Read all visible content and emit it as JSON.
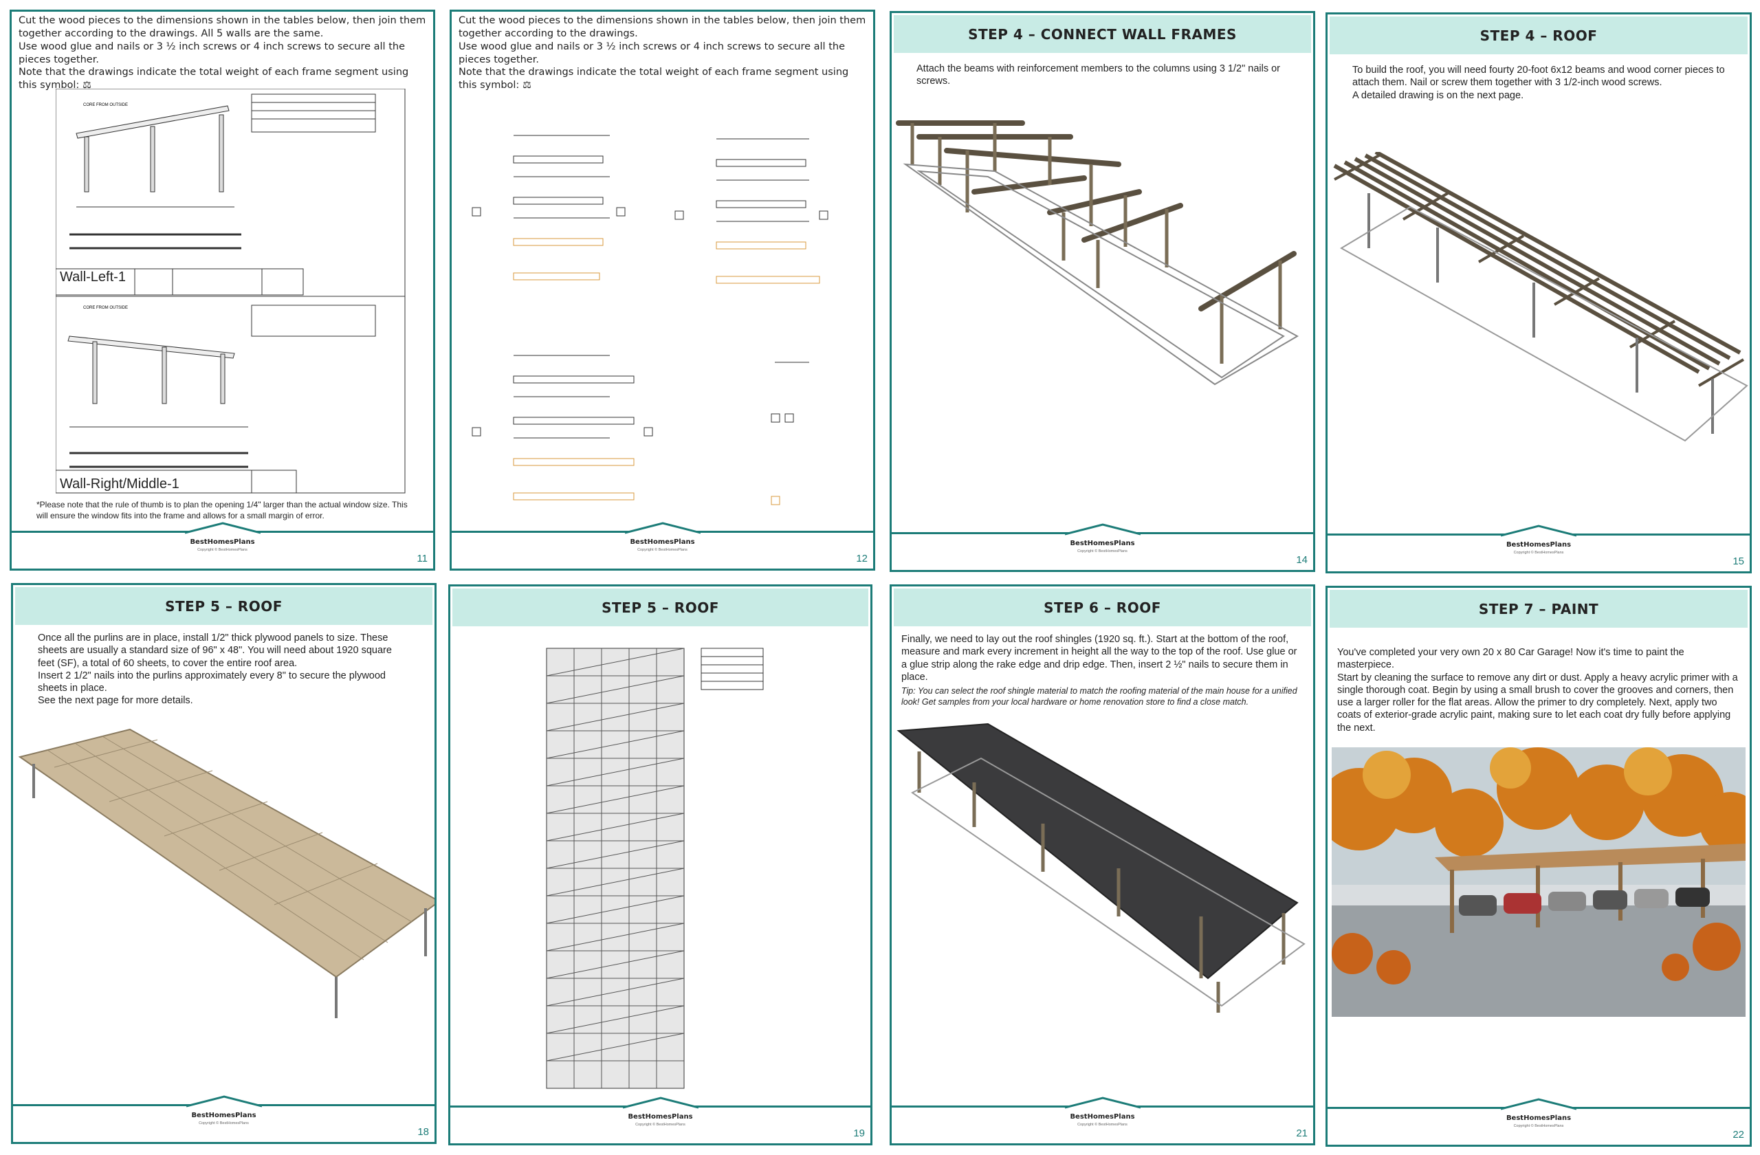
{
  "brand": "BestHomesPlans",
  "copyright": "Copyright © BestHomesPlans",
  "pages": {
    "p11": {
      "number": "11",
      "intro": [
        "Cut the wood pieces to the dimensions shown in the tables below, then join them together according to the drawings. All 5 walls are the same.",
        "Use wood glue and nails or 3 ½ inch screws or 4 inch screws to secure all the pieces together.",
        "Note that the drawings indicate the total weight of each frame segment using this symbol:"
      ],
      "label_top": "Wall-Left-1",
      "label_bottom": "Wall-Right/Middle-1",
      "view_top": "CORE FROM OUTSIDE",
      "view_bottom": "CORE FROM OUTSIDE",
      "note": "*Please note that the rule of thumb is to plan the opening 1/4\" larger than the actual window size. This will ensure the window fits into the frame and allows for a small margin of error."
    },
    "p12": {
      "number": "12",
      "intro": [
        "Cut the wood pieces to the dimensions shown in the tables below, then join them together according to the drawings.",
        "Use wood glue and nails or 3 ½ inch screws or 4 inch screws to secure all the pieces together.",
        "Note that the drawings indicate the total weight of each frame segment using this symbol:"
      ]
    },
    "p14": {
      "number": "14",
      "title": "STEP 4 – CONNECT WALL FRAMES",
      "text": [
        "Attach the beams with reinforcement members to the columns using 3 1/2\" nails or screws."
      ]
    },
    "p15": {
      "number": "15",
      "title": "STEP 4 – ROOF",
      "text": [
        "To build the roof, you will need fourty 20-foot 6x12 beams and wood corner pieces to attach them. Nail or screw them together with 3 1/2-inch wood screws.",
        "A detailed drawing is on the next page."
      ]
    },
    "p18": {
      "number": "18",
      "title": "STEP 5 – ROOF",
      "text": [
        "Once all the purlins are in place, install 1/2\" thick plywood panels to size. These sheets are usually a standard size of 96\" x 48\". You will need about 1920 square feet (SF), a total of 60 sheets, to cover the entire roof area.",
        "Insert 2 1/2\" nails into the purlins approximately every 8\" to secure the plywood sheets in place.",
        "See the next page for more details."
      ]
    },
    "p19": {
      "number": "19",
      "title": "STEP 5 – ROOF"
    },
    "p21": {
      "number": "21",
      "title": "STEP 6 – ROOF",
      "text": [
        "Finally, we need to lay out the roof shingles (1920 sq. ft.). Start at the bottom of the roof, measure and mark every increment in height all the way to the top of the roof. Use glue or a glue strip along the rake edge and drip edge. Then, insert 2 ½\" nails to secure them in place."
      ],
      "tip_label": "Tip:",
      "tip": "You can select the roof shingle material to match the roofing material of the main house for a unified look! Get samples from your local hardware or home renovation store to find a close match."
    },
    "p22": {
      "number": "22",
      "title": "STEP 7 – PAINT",
      "text": [
        "You've completed your very own 20 x 80 Car Garage! Now it's time to paint the masterpiece.",
        "Start by cleaning the surface to remove any dirt or dust. Apply a heavy acrylic primer with a single thorough coat. Begin by using a small brush to cover the grooves and corners, then use a larger roller for the flat areas. Allow the primer to dry completely. Next, apply two coats of exterior-grade acrylic paint, making sure to let each coat dry fully before applying the next."
      ]
    }
  },
  "colors": {
    "teal": "#1c7c78",
    "header_bg": "#c8ebe5"
  }
}
